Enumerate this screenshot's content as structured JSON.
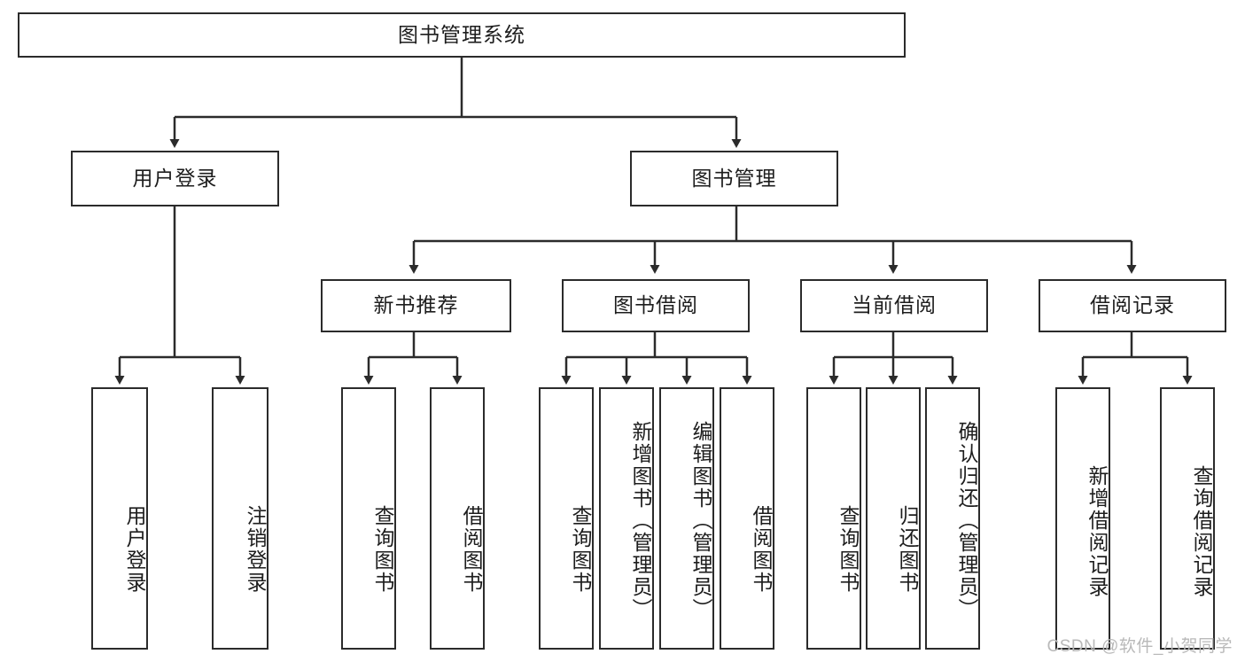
{
  "diagram": {
    "type": "hierarchy-tree",
    "title": "图书管理系统",
    "watermark": "CSDN @软件_小贺同学",
    "colors": {
      "box_border": "#2b2b2b",
      "box_fill": "#ffffff",
      "connector": "#2b2b2b",
      "text": "#1d1d1d",
      "watermark": "#b9b9b9"
    },
    "levels": {
      "root": "图书管理系统",
      "level2": [
        "用户登录",
        "图书管理"
      ],
      "level3": [
        "新书推荐",
        "图书借阅",
        "当前借阅",
        "借阅记录"
      ]
    },
    "nodes": {
      "root": {
        "label": "图书管理系统"
      },
      "user_login": {
        "label": "用户登录"
      },
      "book_manage": {
        "label": "图书管理"
      },
      "new_book_rec": {
        "label": "新书推荐"
      },
      "book_borrow": {
        "label": "图书借阅"
      },
      "current_borrow": {
        "label": "当前借阅"
      },
      "borrow_record": {
        "label": "借阅记录"
      },
      "leaf_user_login": {
        "label": "用户登录"
      },
      "leaf_logout": {
        "label": "注销登录"
      },
      "leaf_query_book_1": {
        "label": "查询图书"
      },
      "leaf_borrow_book_1": {
        "label": "借阅图书"
      },
      "leaf_query_book_2": {
        "label": "查询图书"
      },
      "leaf_add_book_admin": {
        "label": "新增图书（管理员）"
      },
      "leaf_edit_book_admin": {
        "label": "编辑图书（管理员）"
      },
      "leaf_borrow_book_2": {
        "label": "借阅图书"
      },
      "leaf_query_book_3": {
        "label": "查询图书"
      },
      "leaf_return_book": {
        "label": "归还图书"
      },
      "leaf_confirm_return_admin": {
        "label": "确认归还（管理员）"
      },
      "leaf_add_record": {
        "label": "新增借阅记录"
      },
      "leaf_query_record": {
        "label": "查询借阅记录"
      }
    },
    "edges": [
      {
        "from": "图书管理系统",
        "to": "用户登录"
      },
      {
        "from": "图书管理系统",
        "to": "图书管理"
      },
      {
        "from": "用户登录",
        "to": "用户登录"
      },
      {
        "from": "用户登录",
        "to": "注销登录"
      },
      {
        "from": "图书管理",
        "to": "新书推荐"
      },
      {
        "from": "图书管理",
        "to": "图书借阅"
      },
      {
        "from": "图书管理",
        "to": "当前借阅"
      },
      {
        "from": "图书管理",
        "to": "借阅记录"
      },
      {
        "from": "新书推荐",
        "to": "查询图书"
      },
      {
        "from": "新书推荐",
        "to": "借阅图书"
      },
      {
        "from": "图书借阅",
        "to": "查询图书"
      },
      {
        "from": "图书借阅",
        "to": "新增图书（管理员）"
      },
      {
        "from": "图书借阅",
        "to": "编辑图书（管理员）"
      },
      {
        "from": "图书借阅",
        "to": "借阅图书"
      },
      {
        "from": "当前借阅",
        "to": "查询图书"
      },
      {
        "from": "当前借阅",
        "to": "归还图书"
      },
      {
        "from": "当前借阅",
        "to": "确认归还（管理员）"
      },
      {
        "from": "借阅记录",
        "to": "新增借阅记录"
      },
      {
        "from": "借阅记录",
        "to": "查询借阅记录"
      }
    ]
  }
}
